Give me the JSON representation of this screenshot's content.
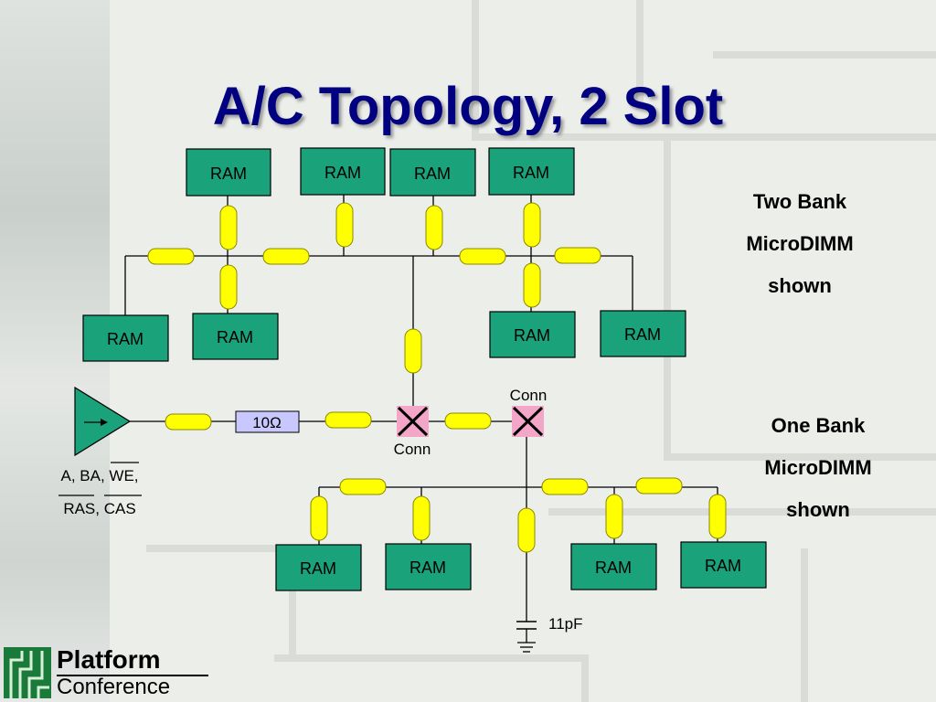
{
  "slide": {
    "title": "A/C Topology, 2 Slot",
    "notes": {
      "two_bank": [
        "Two Bank",
        "MicroDIMM",
        "shown"
      ],
      "one_bank": [
        "One Bank",
        "MicroDIMM",
        "shown"
      ]
    }
  },
  "diagram": {
    "ram_label": "RAM",
    "resistor_label": "10Ω",
    "connector_label": "Conn",
    "capacitor_label": "11pF",
    "signals_line1": "A, BA, WE,",
    "signals_line2": "RAS, CAS",
    "overlined_signals": [
      "WE",
      "RAS",
      "CAS"
    ],
    "colors": {
      "ram": "#1aa37a",
      "trace": "#ffff00",
      "connector": "#f4a6c8",
      "resistor": "#c8c8ff",
      "driver": "#1aa37a",
      "title": "#000080"
    }
  },
  "logo": {
    "line1": "Platform",
    "line2": "Conference"
  }
}
